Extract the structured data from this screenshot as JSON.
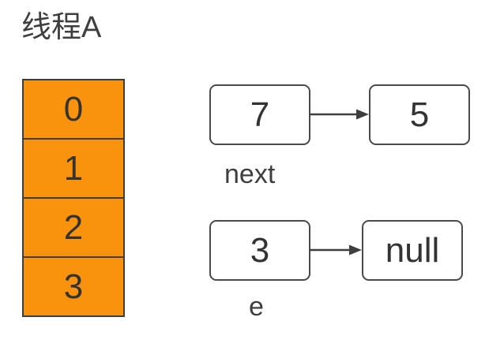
{
  "title": "线程A",
  "colors": {
    "cell_fill": "#F9930E",
    "stroke": "#3E3E3E",
    "text": "#333333",
    "node_fill": "#FFFFFF"
  },
  "array": {
    "cells": [
      "0",
      "1",
      "2",
      "3"
    ]
  },
  "lists": [
    {
      "label": "next",
      "head": "7",
      "tail": "5"
    },
    {
      "label": "e",
      "head": "3",
      "tail": "null"
    }
  ]
}
